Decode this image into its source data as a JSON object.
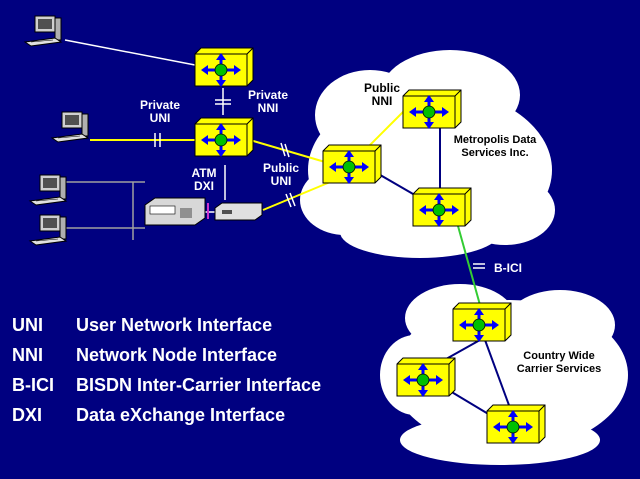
{
  "labels": {
    "private_uni": [
      "Private",
      "UNI"
    ],
    "private_nni": [
      "Private",
      "NNI"
    ],
    "public_nni": [
      "Public",
      "NNI"
    ],
    "public_uni": [
      "Public",
      "UNI"
    ],
    "atm_dxi": [
      "ATM",
      "DXI"
    ],
    "b_ici": "B-ICI"
  },
  "clouds": {
    "metro": [
      "Metropolis Data",
      "Services Inc."
    ],
    "country": [
      "Country Wide",
      "Carrier Services"
    ]
  },
  "legend": [
    {
      "abbr": "UNI",
      "def": "User Network Interface"
    },
    {
      "abbr": "NNI",
      "def": "Network Node Interface"
    },
    {
      "abbr": "B-ICI",
      "def": "BISDN Inter-Carrier Interface"
    },
    {
      "abbr": "DXI",
      "def": "Data eXchange Interface"
    }
  ],
  "colors": {
    "background": "#000080",
    "switch": "#ffff00",
    "arrow": "#0000ff",
    "hub": "#00c000",
    "link_white": "#ffffff",
    "link_yellow": "#ffff00",
    "link_green": "#33cc33",
    "link_navy": "#000080",
    "link_gray": "#a0a0a0",
    "tick_magenta": "#cc33cc"
  }
}
